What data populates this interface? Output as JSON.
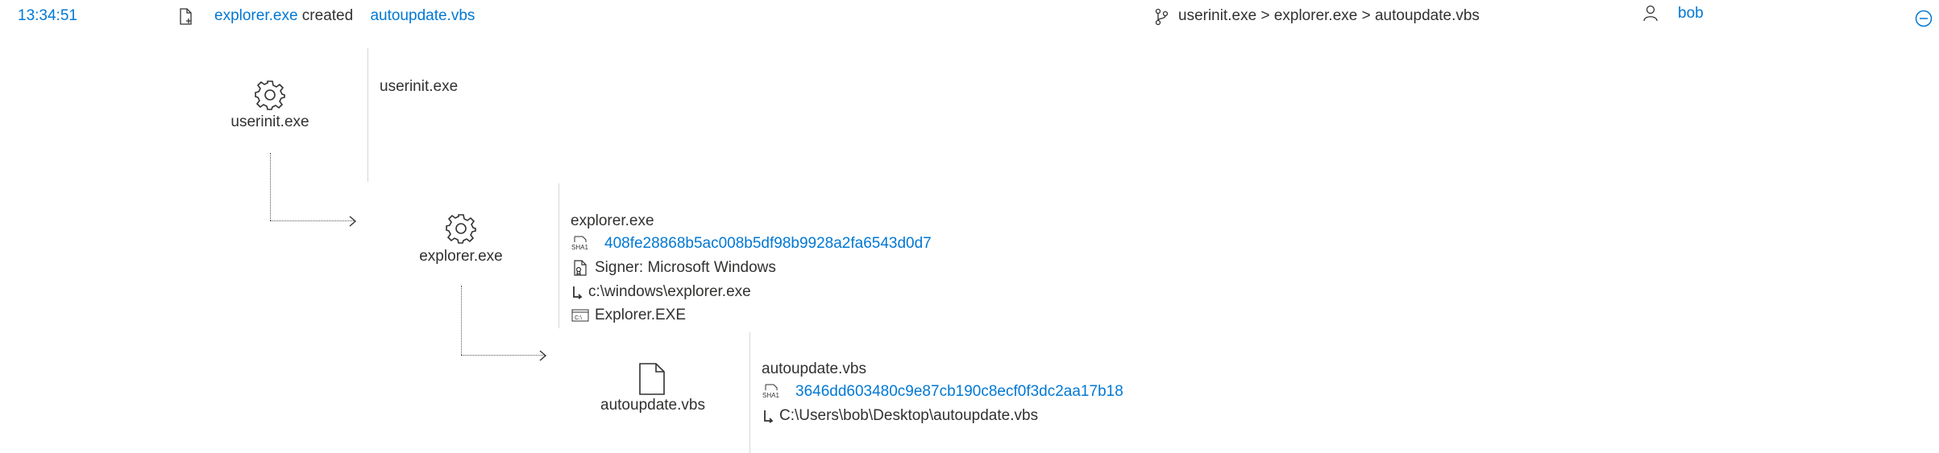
{
  "header": {
    "time": "13:34:51",
    "event_process": "explorer.exe",
    "event_action": "created",
    "event_target": "autoupdate.vbs",
    "tree_path": "userinit.exe > explorer.exe > autoupdate.vbs",
    "user": "bob"
  },
  "nodes": {
    "userinit": {
      "label": "userinit.exe",
      "detail_title": "userinit.exe"
    },
    "explorer": {
      "label": "explorer.exe",
      "detail_title": "explorer.exe",
      "sha1": "408fe28868b5ac008b5df98b9928a2fa6543d0d7",
      "signer": "Signer: Microsoft Windows",
      "path": "c:\\windows\\explorer.exe",
      "command": "Explorer.EXE"
    },
    "autoupdate": {
      "label": "autoupdate.vbs",
      "detail_title": "autoupdate.vbs",
      "sha1": "3646dd603480c9e87cb190c8ecf0f3dc2aa17b18",
      "path": "C:\\Users\\bob\\Desktop\\autoupdate.vbs"
    }
  },
  "icons": {
    "event": "file-created-icon",
    "tree": "branch-icon",
    "user": "user-icon",
    "collapse": "collapse-minus-icon",
    "process": "gear-icon",
    "file": "document-icon",
    "hash": "sha1-icon",
    "signer": "certificate-icon",
    "path": "path-icon",
    "command": "command-line-icon"
  },
  "colors": {
    "link": "#0078d4",
    "text": "#323130",
    "divider": "#d6d6d6"
  }
}
